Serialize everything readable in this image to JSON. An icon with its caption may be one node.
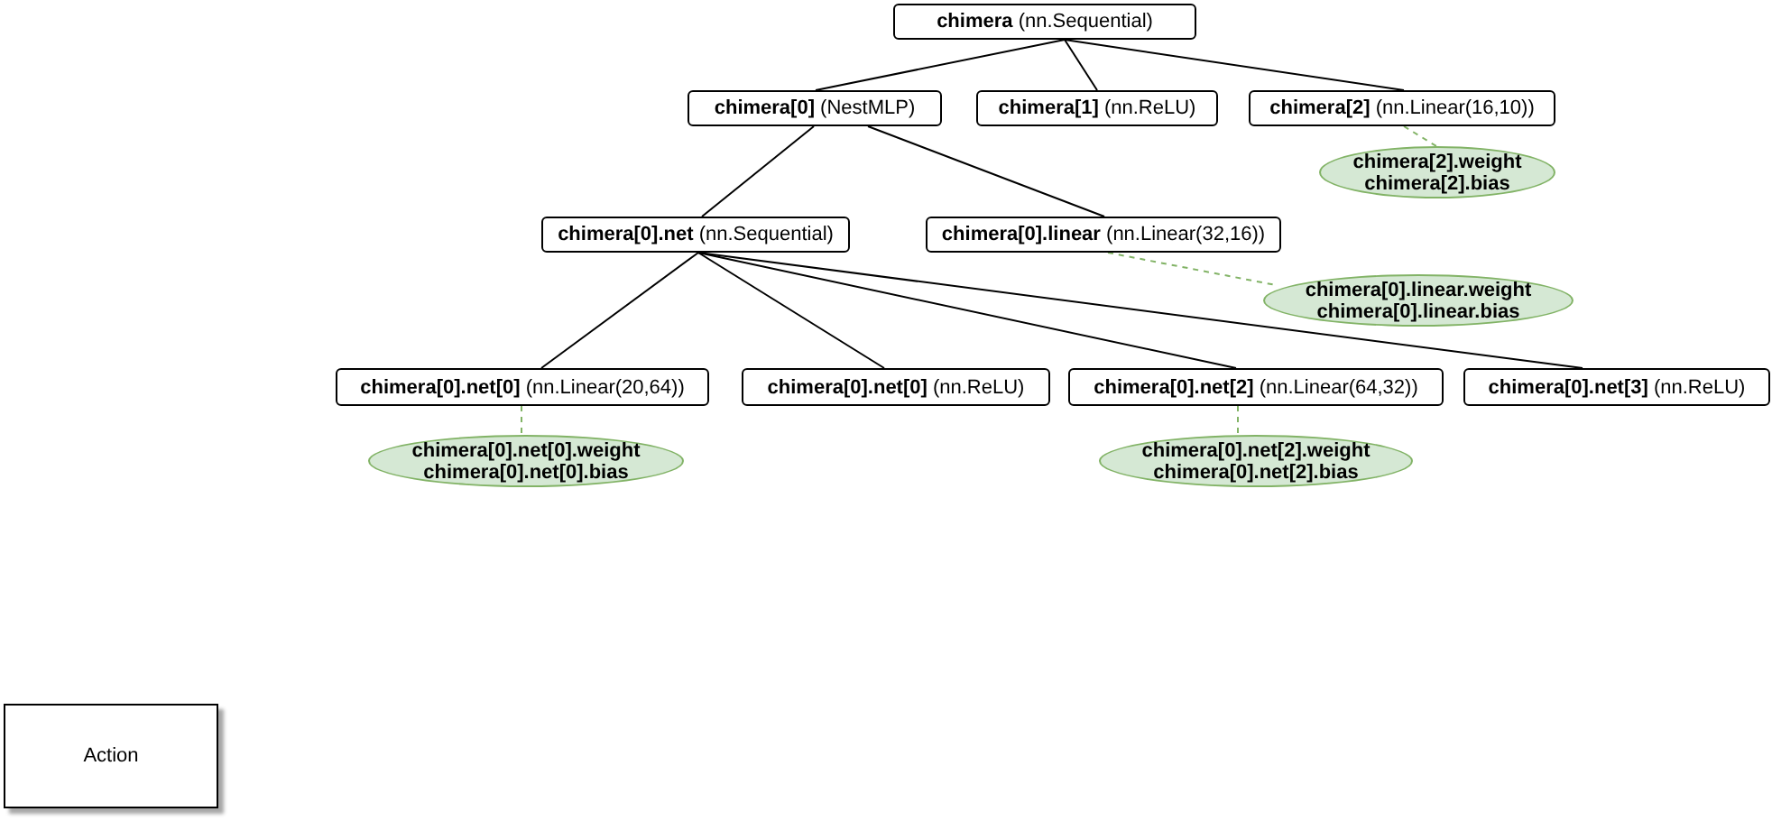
{
  "diagram": {
    "nodes": [
      {
        "text": [
          "**chimera** (nn.Sequential)"
        ]
      },
      {
        "text": [
          "**chimera[0]** (NestMLP)"
        ]
      },
      {
        "text": [
          "**chimera[1]** (nn.ReLU)"
        ]
      },
      {
        "text": [
          "**chimera[2]** (nn.Linear(16,10))"
        ]
      },
      {
        "text": [
          "chimera[2].weight",
          "chimera[2].bias"
        ]
      },
      {
        "text": [
          "**chimera[0].net** (nn.Sequential)"
        ]
      },
      {
        "text": [
          "**chimera[0].linear** (nn.Linear(32,16))"
        ]
      },
      {
        "text": [
          "chimera[0].linear.weight",
          "chimera[0].linear.bias"
        ]
      },
      {
        "text": [
          "**chimera[0].net[0]** (nn.Linear(20,64))"
        ]
      },
      {
        "text": [
          "**chimera[0].net[0]** (nn.ReLU)"
        ]
      },
      {
        "text": [
          "**chimera[0].net[2]** (nn.Linear(64,32))"
        ]
      },
      {
        "text": [
          "**chimera[0].net[3]** (nn.ReLU)"
        ]
      },
      {
        "text": [
          "chimera[0].net[0].weight",
          "chimera[0].net[0].bias"
        ]
      },
      {
        "text": [
          "chimera[0].net[2].weight",
          "chimera[0].net[2].bias"
        ]
      },
      {
        "text": [
          "Action"
        ]
      }
    ],
    "edges": [
      {
        "from": 0,
        "to": 1,
        "arrow": "none"
      },
      {
        "from": 0,
        "to": 2,
        "arrow": "none"
      },
      {
        "from": 0,
        "to": 3,
        "arrow": "none"
      },
      {
        "from": 3,
        "to": 4,
        "arrow": "none",
        "style": "dashed",
        "color": "#82b366"
      },
      {
        "from": 1,
        "to": 5,
        "arrow": "none"
      },
      {
        "from": 1,
        "to": 6,
        "arrow": "none"
      },
      {
        "from": 6,
        "to": 7,
        "arrow": "none",
        "style": "dashed",
        "color": "#82b366"
      },
      {
        "from": 5,
        "to": 8,
        "arrow": "none"
      },
      {
        "from": 5,
        "to": 9,
        "arrow": "none"
      },
      {
        "from": 5,
        "to": 10,
        "arrow": "none"
      },
      {
        "from": 5,
        "to": 11,
        "arrow": "none"
      },
      {
        "from": 8,
        "to": 12,
        "arrow": "none",
        "style": "dashed",
        "color": "#82b366"
      },
      {
        "from": 10,
        "to": 13,
        "arrow": "none",
        "style": "dashed",
        "color": "#82b366"
      }
    ]
  }
}
